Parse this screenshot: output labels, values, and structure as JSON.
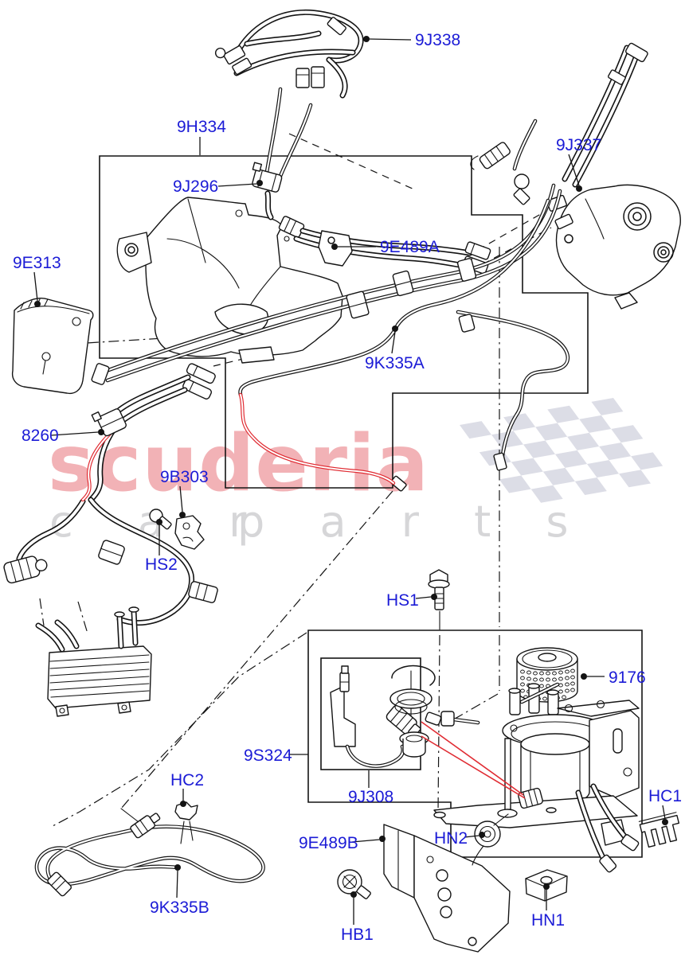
{
  "diagram": {
    "type": "exploded-parts-diagram",
    "subject": "fuel lines and fuel filter assembly",
    "watermark": {
      "primary_text": "scuderia",
      "secondary_left": "c a r",
      "secondary_right": "p a r t s",
      "primary_color": "#f2b2b6",
      "secondary_color": "#d6d6d8",
      "flag_color": "#dcdde6"
    },
    "colors": {
      "label_text": "#1b1bd6",
      "line_art": "#141414",
      "highlight": "#e02c33",
      "background": "#ffffff"
    },
    "part_labels": [
      {
        "id": "9J338",
        "text": "9J338"
      },
      {
        "id": "9H334",
        "text": "9H334"
      },
      {
        "id": "9J296",
        "text": "9J296"
      },
      {
        "id": "9J337",
        "text": "9J337"
      },
      {
        "id": "9E489A",
        "text": "9E489A"
      },
      {
        "id": "9E313",
        "text": "9E313"
      },
      {
        "id": "9K335A",
        "text": "9K335A"
      },
      {
        "id": "8260",
        "text": "8260"
      },
      {
        "id": "9B303",
        "text": "9B303"
      },
      {
        "id": "HS2",
        "text": "HS2"
      },
      {
        "id": "HS1",
        "text": "HS1"
      },
      {
        "id": "9S324",
        "text": "9S324"
      },
      {
        "id": "9J308",
        "text": "9J308"
      },
      {
        "id": "9176",
        "text": "9176"
      },
      {
        "id": "HC1",
        "text": "HC1"
      },
      {
        "id": "HC2",
        "text": "HC2"
      },
      {
        "id": "9K335B",
        "text": "9K335B"
      },
      {
        "id": "9E489B",
        "text": "9E489B"
      },
      {
        "id": "HB1",
        "text": "HB1"
      },
      {
        "id": "HN2",
        "text": "HN2"
      },
      {
        "id": "HN1",
        "text": "HN1"
      }
    ]
  }
}
